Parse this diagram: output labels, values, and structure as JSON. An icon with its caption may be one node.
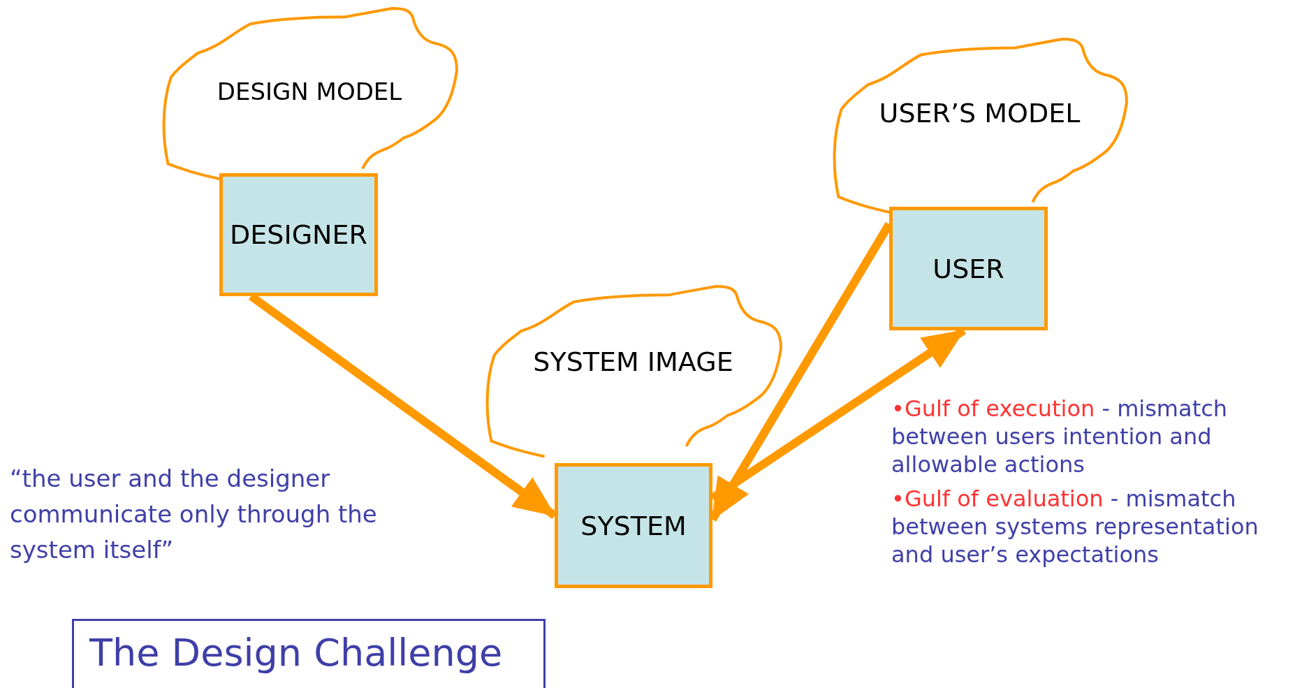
{
  "diagram": {
    "title": "The Design Challenge",
    "nodes": [
      {
        "text": [
          "DESIGN MODEL"
        ]
      },
      {
        "text": [
          "DESIGNER"
        ]
      },
      {
        "text": [
          "SYSTEM IMAGE"
        ]
      },
      {
        "text": [
          "SYSTEM"
        ]
      },
      {
        "text": [
          "USER’S MODEL"
        ]
      },
      {
        "text": [
          "USER"
        ]
      }
    ],
    "edges": [
      {
        "from": 1,
        "to": 3,
        "arrow": "to"
      },
      {
        "from": 5,
        "to": 3,
        "arrow": "to"
      },
      {
        "from": 3,
        "to": 5,
        "arrow": "to"
      }
    ],
    "labels": [
      "“the user and the designer communicate only through the system itself”",
      "•Gulf of execution",
      "- mismatch between users intention and allowable actions",
      "•Gulf of evaluation",
      "- mismatch between systems representation and user’s expectations"
    ]
  }
}
